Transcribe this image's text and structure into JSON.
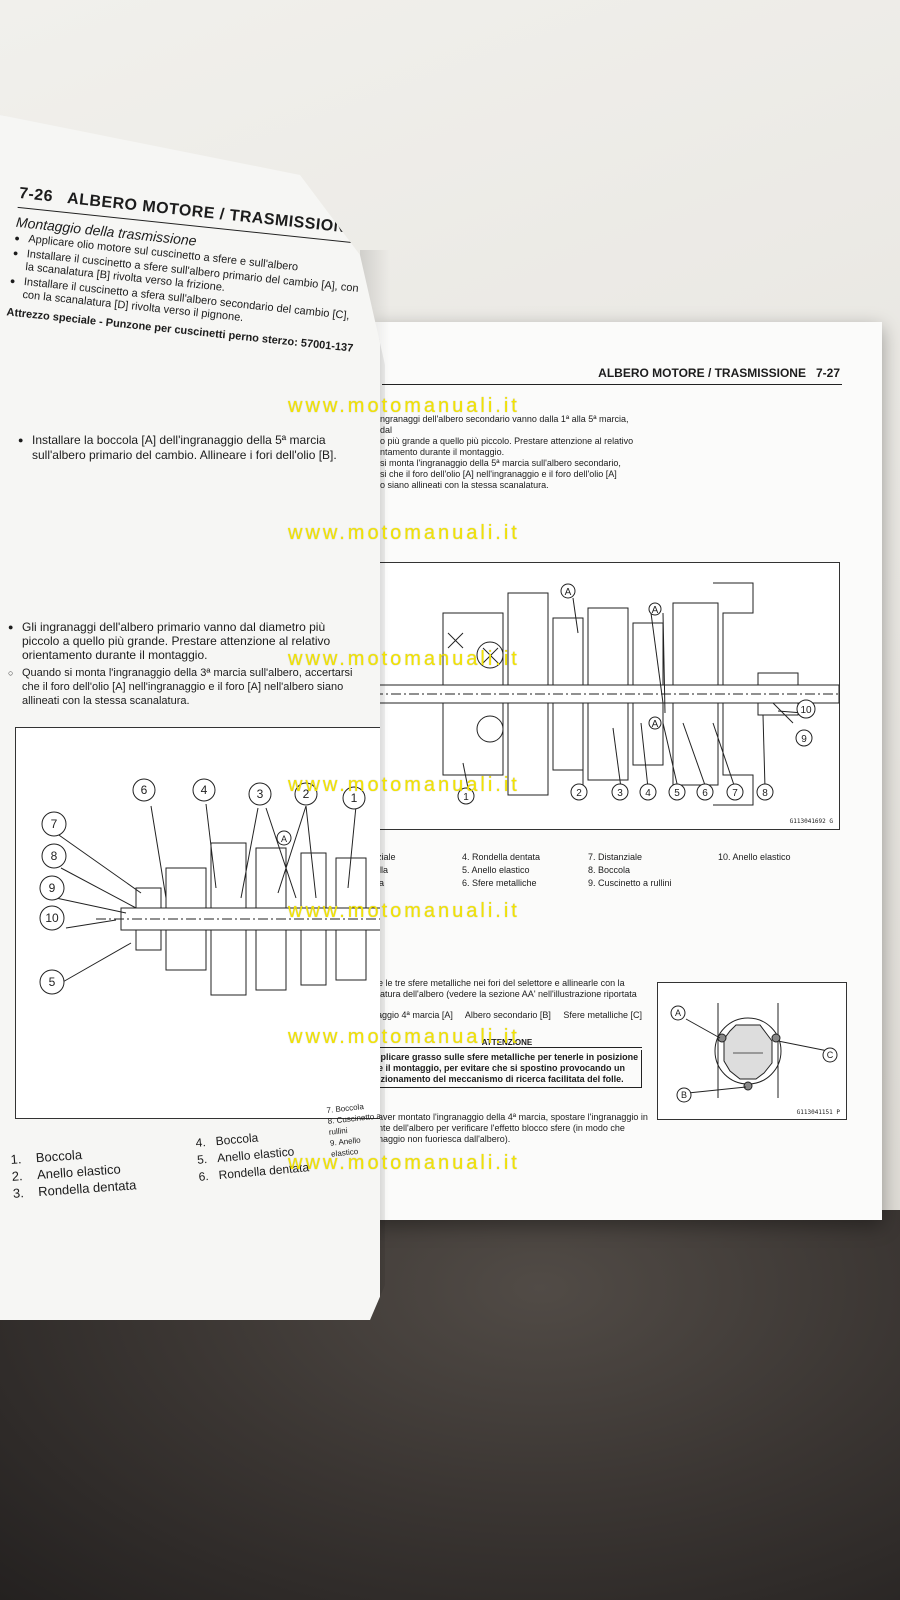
{
  "left_page": {
    "page_number": "7-26",
    "header": "ALBERO MOTORE / TRASMISSIONE",
    "section_title": "Montaggio della trasmissione",
    "bullets_top": [
      "Applicare olio motore sul cuscinetto a sfere e sull'albero",
      "Installare il cuscinetto a sfere sull'albero primario del cambio [A], con la scanalatura [B] rivolta verso la frizione.",
      "Installare il cuscinetto a sfera sull'albero secondario del cambio [C], con la scanalatura [D] rivolta verso il pignone."
    ],
    "special_tool": "Attrezzo speciale - Punzone per cuscinetti perno sterzo: 57001-137",
    "bullet_bushing": "Installare la boccola [A] dell'ingranaggio della 5ª marcia sull'albero primario del cambio. Allineare i fori dell'olio [B].",
    "bullet_gears": "Gli ingranaggi dell'albero primario vanno dal diametro più piccolo a quello più grande. Prestare attenzione al relativo orientamento durante il montaggio.",
    "bullet_third": "Quando si monta l'ingranaggio della 3ª marcia sull'albero, accertarsi che il foro dell'olio [A] nell'ingranaggio e il foro [A] nell'albero siano allineati con la stessa scanalatura.",
    "callouts": [
      "6",
      "4",
      "3",
      "2",
      "1",
      "7",
      "8",
      "9",
      "10",
      "5"
    ],
    "callout_a": "A",
    "legend": [
      {
        "num": "1.",
        "text": "Boccola"
      },
      {
        "num": "2.",
        "text": "Anello elastico"
      },
      {
        "num": "3.",
        "text": "Rondella dentata"
      },
      {
        "num": "4.",
        "text": "Boccola"
      },
      {
        "num": "5.",
        "text": "Anello elastico"
      },
      {
        "num": "6.",
        "text": "Rondella dentata"
      },
      {
        "num": "7.",
        "text": "Boccola"
      },
      {
        "num": "8.",
        "text": "Cuscinetto a rullini"
      },
      {
        "num": "9.",
        "text": "Anello elastico"
      }
    ]
  },
  "right_page": {
    "header": "ALBERO MOTORE / TRASMISSIONE",
    "page_number": "7-27",
    "text_top": [
      "ngranaggi dell'albero secondario vanno dalla 1ª alla 5ª marcia, dal",
      "o più grande a quello più piccolo. Prestare attenzione al relativo",
      "ntamento durante il montaggio.",
      "si monta l'ingranaggio della 5ª marcia sull'albero secondario,",
      "si che il foro dell'olio [A] nell'ingranaggio e il foro dell'olio [A]",
      "o siano allineati con la stessa scanalatura."
    ],
    "diagram_callouts": [
      "1",
      "2",
      "3",
      "4",
      "5",
      "6",
      "7",
      "8",
      "10",
      "9"
    ],
    "diagram_a": "A",
    "diagram_code": "G113041692 G",
    "legend": [
      "nziale",
      "4.  Rondella dentata",
      "7.  Distanziale",
      "10.  Anello elastico",
      "iella",
      "5.  Anello elastico",
      "8.  Boccola",
      "",
      "ola",
      "6.  Sfere metalliche",
      "9.  Cuscinetto a rullini",
      ""
    ],
    "balls_text": [
      "e le tre sfere metalliche nei fori del selettore e allinearle con la",
      "latura dell'albero (vedere la sezione AA' nell'illustrazione riportata"
    ],
    "balls_labels": "naggio 4ª marcia [A]     Albero secondario [B]     Sfere metalliche [C]",
    "attention_title": "ATTENZIONE",
    "attention_body": "pplicare grasso sulle sfere metalliche per tenerle in posizione te il montaggio, per evitare che si spostino provocando un nzionamento del meccanismo di ricerca facilitata del folle.",
    "after_text": [
      "aver montato l'ingranaggio della 4ª marcia, spostare l'ingranaggio in",
      "nte dell'albero per verificare l'effetto blocco sfere (in modo che",
      "naggio non fuoriesca dall'albero)."
    ],
    "small_diagram_labels": [
      "A",
      "C",
      "B"
    ],
    "small_diagram_code": "G113041151 P"
  },
  "watermark": "www.motomanuali.it"
}
